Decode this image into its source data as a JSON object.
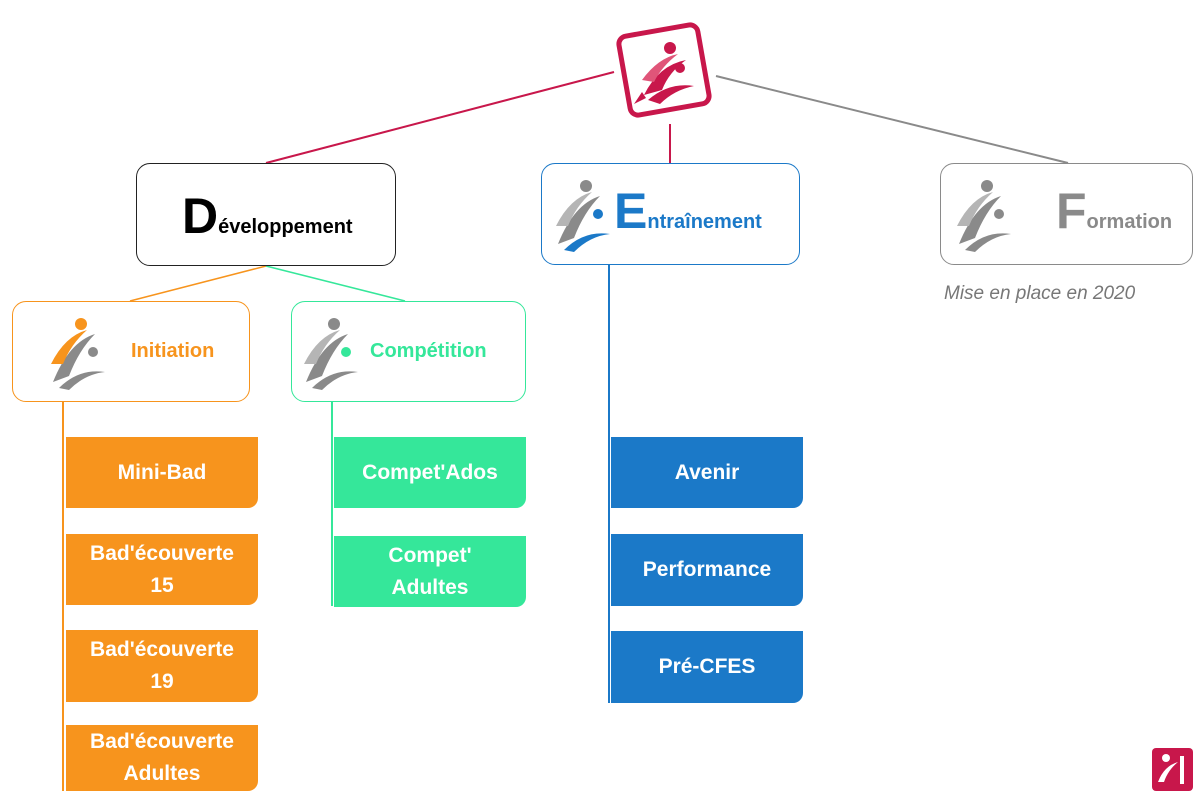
{
  "root": {
    "logo": "badminton-player-logo-icon"
  },
  "nodes": {
    "developpement": {
      "initial": "D",
      "rest": "éveloppement"
    },
    "entrainement": {
      "initial": "E",
      "rest": "ntraînement"
    },
    "formation": {
      "initial": "F",
      "rest": "ormation",
      "note": "Mise en place en 2020"
    },
    "initiation": {
      "label": "Initiation"
    },
    "competition": {
      "label": "Compétition"
    }
  },
  "initiation_items": [
    [
      "Mini-Bad"
    ],
    [
      "Bad'écouverte",
      "15"
    ],
    [
      "Bad'écouverte",
      "19"
    ],
    [
      "Bad'écouverte",
      "Adultes"
    ]
  ],
  "competition_items": [
    [
      "Compet'Ados"
    ],
    [
      "Compet'",
      "Adultes"
    ]
  ],
  "entrainement_items": [
    [
      "Avenir"
    ],
    [
      "Performance"
    ],
    [
      "Pré-CFES"
    ]
  ],
  "colors": {
    "root": "#c8174b",
    "orange": "#f7941d",
    "green": "#35e79a",
    "blue": "#1b79c8",
    "grey": "#8a8a8a"
  },
  "corner_logo": "ffbad-logo-icon"
}
